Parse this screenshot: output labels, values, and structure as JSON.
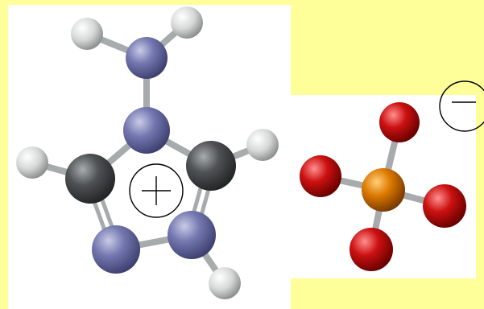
{
  "colors": {
    "background": "#ffff99",
    "panel": "#ffffff",
    "nitrogen": "#7478b0",
    "carbon": "#4f5254",
    "hydrogen": "#d6d8d8",
    "oxygen": "#cc1111",
    "phosphorus": "#dd7a00",
    "bond": "#a7abab",
    "charge_ring": "#000000"
  },
  "left_molecule": {
    "atoms": [
      {
        "element": "nitrogen",
        "label": "amino-nitrogen"
      },
      {
        "element": "hydrogen",
        "label": "amino-hydrogen-left"
      },
      {
        "element": "hydrogen",
        "label": "amino-hydrogen-right"
      },
      {
        "element": "nitrogen",
        "label": "ring-nitrogen-top"
      },
      {
        "element": "carbon",
        "label": "ring-carbon-left"
      },
      {
        "element": "carbon",
        "label": "ring-carbon-right"
      },
      {
        "element": "hydrogen",
        "label": "carbon-hydrogen-left"
      },
      {
        "element": "hydrogen",
        "label": "carbon-hydrogen-right"
      },
      {
        "element": "nitrogen",
        "label": "ring-nitrogen-bottom-left"
      },
      {
        "element": "nitrogen",
        "label": "ring-nitrogen-bottom-right"
      },
      {
        "element": "hydrogen",
        "label": "nitrogen-hydrogen-bottom"
      }
    ],
    "charge_symbol": "plus"
  },
  "right_molecule": {
    "atoms": [
      {
        "element": "phosphorus",
        "label": "phosphorus"
      },
      {
        "element": "oxygen",
        "label": "oxygen-top"
      },
      {
        "element": "oxygen",
        "label": "oxygen-left"
      },
      {
        "element": "oxygen",
        "label": "oxygen-right"
      },
      {
        "element": "oxygen",
        "label": "oxygen-bottom"
      }
    ],
    "charge_symbol": "minus"
  }
}
